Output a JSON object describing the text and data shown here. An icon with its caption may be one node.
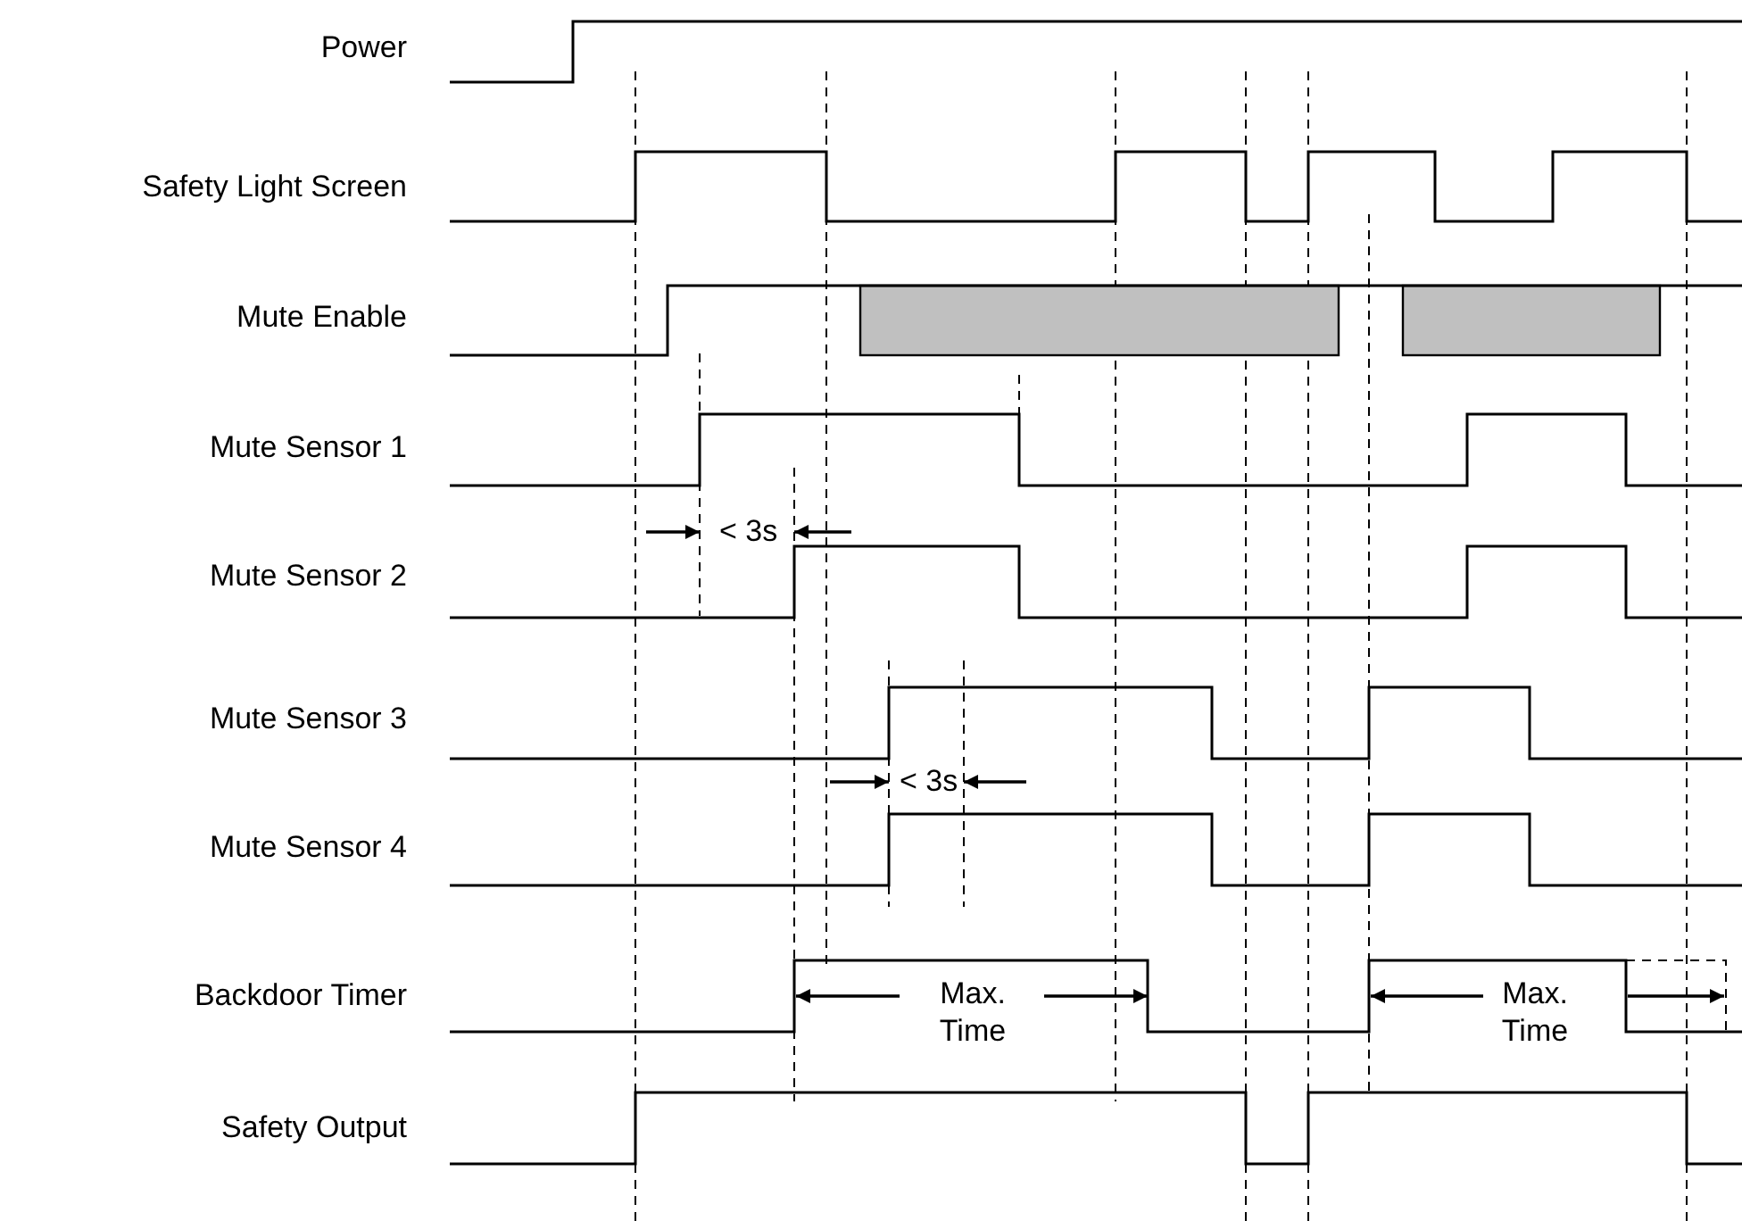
{
  "diagram": {
    "labels": [
      "Power",
      "Safety Light Screen",
      "Mute Enable",
      "Mute Sensor 1",
      "< 3s",
      "Mute Sensor 2",
      "Mute Sensor 3",
      "< 3s",
      "Mute Sensor 4",
      "Backdoor Timer",
      "Max. Time",
      "Max. Time",
      "Safety Output"
    ]
  }
}
